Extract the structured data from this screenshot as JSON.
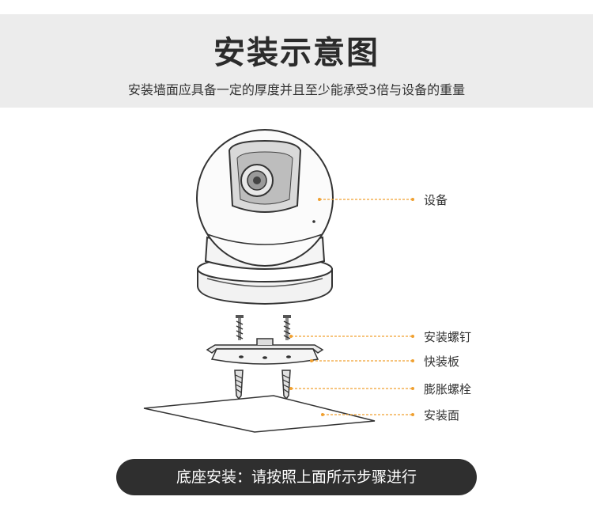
{
  "header": {
    "title": "安装示意图",
    "subtitle": "安装墙面应具备一定的厚度并且至少能承受3倍与设备的重量"
  },
  "labels": {
    "device": "设备",
    "screw": "安装螺钉",
    "quick_plate": "快装板",
    "anchor": "膨胀螺栓",
    "surface": "安装面"
  },
  "colors": {
    "leader": "#f0a030",
    "header_bg": "#ececec",
    "footer_bg": "#2f2f2f"
  },
  "footer": {
    "text": "底座安装：请按照上面所示步骤进行"
  }
}
